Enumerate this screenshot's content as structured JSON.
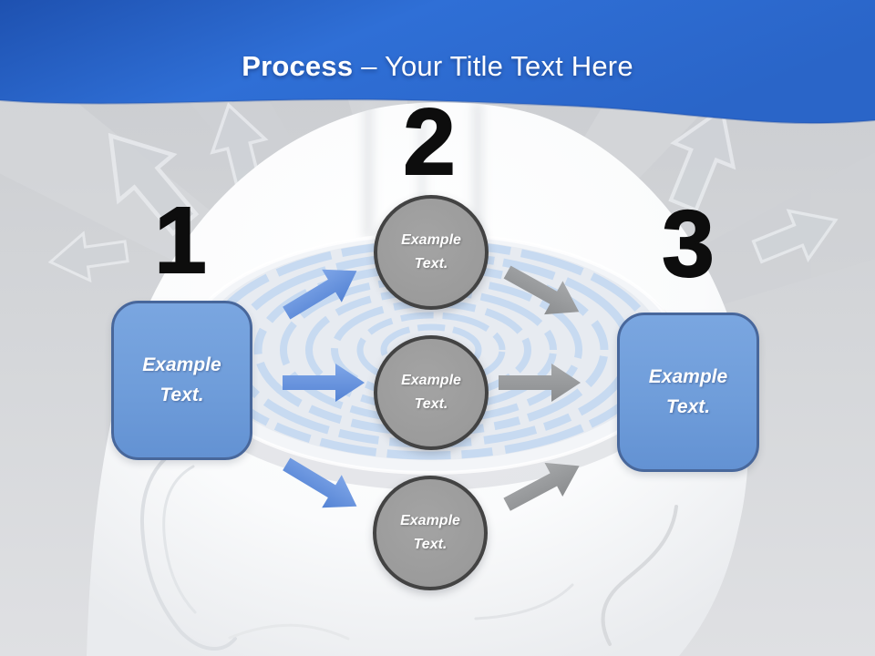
{
  "header": {
    "title_bold": "Process",
    "title_rest": "– Your Title Text Here"
  },
  "numbers": {
    "step1": "1",
    "step2": "2",
    "step3": "3"
  },
  "left_box": {
    "line1": "Example",
    "line2": "Text."
  },
  "right_box": {
    "line1": "Example",
    "line2": "Text."
  },
  "circles": [
    {
      "line1": "Example",
      "line2": "Text."
    },
    {
      "line1": "Example",
      "line2": "Text."
    },
    {
      "line1": "Example",
      "line2": "Text."
    }
  ],
  "icons": {
    "blue_arrows": [
      "arrow-up-right-icon",
      "arrow-right-icon",
      "arrow-down-right-icon"
    ],
    "gray_arrows": [
      "arrow-down-right-icon",
      "arrow-right-icon",
      "arrow-up-right-icon"
    ]
  },
  "colors": {
    "band_blue_dark": "#1e51b0",
    "band_blue_light": "#2f6fd6",
    "box_blue": "#6f9dda",
    "box_border": "#48679b",
    "circle_gray": "#9b9b9b",
    "circle_border": "#434343",
    "arrow_blue": "#6191de",
    "arrow_gray": "#96989a",
    "maze_blue": "#c7daf1",
    "number_black": "#0d0d0d",
    "title_white": "#ffffff"
  }
}
